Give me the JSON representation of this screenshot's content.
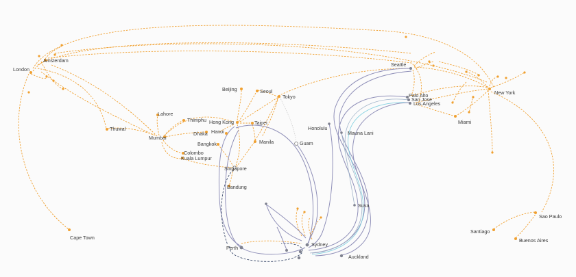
{
  "cities": {
    "london": "London",
    "amsterdam": "Amsterdam",
    "cape_town": "Cape Town",
    "thuwal": "Thuwal",
    "lahore": "Lahore",
    "mumbai": "Mumbai",
    "thimphu": "Thimphu",
    "dhaka": "Dhaka",
    "colombo": "Colombo",
    "kuala_lumpur": "Kuala Lumpur",
    "bangkok": "Bangkok",
    "singapore": "Singapore",
    "bandung": "Bandung",
    "hanoi": "Hanoi",
    "hong_kong": "Hong Kong",
    "taipei": "Taipei",
    "beijing": "Beijing",
    "seoul": "Seoul",
    "tokyo": "Tokyo",
    "manila": "Manila",
    "guam": "Guam",
    "honolulu": "Honolulu",
    "mauna_lani": "Mauna Lani",
    "suva": "Suva",
    "perth": "Perth",
    "sydney": "Sydney",
    "auckland": "Auckland",
    "seattle": "Seattle",
    "palo_alto": "Palo Alto",
    "san_jose": "San Jose",
    "los_angeles": "Los Angeles",
    "new_york": "New York",
    "miami": "Miami",
    "santiago": "Santiago",
    "sao_paulo": "Sao Paulo",
    "buenos_aires": "Buenos Aires"
  },
  "colors": {
    "terrestrial_link": "#f0a030",
    "submarine_cable": "#8f8fb8",
    "cable_node": "#7f8290"
  }
}
